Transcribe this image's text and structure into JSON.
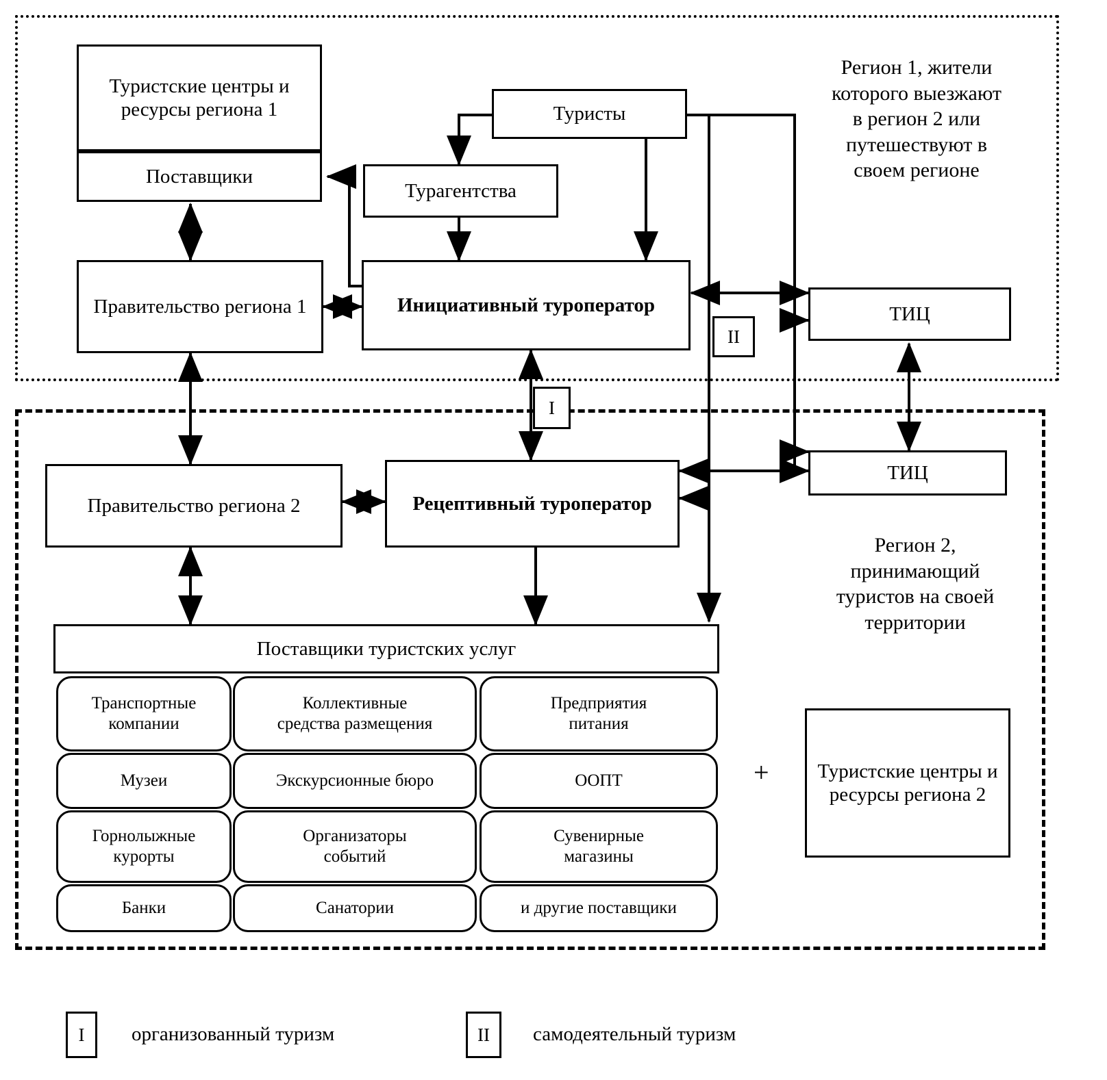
{
  "diagram": {
    "title": "Tourism region interaction scheme",
    "region1": {
      "caption": "Регион 1, жители\nкоторого выезжают\nв регион 2 или\nпутешествуют в\nсвоем регионе",
      "boxes": {
        "tourist_centers": "Туристские\nцентры и ресурсы\nрегиона 1",
        "suppliers": "Поставщики",
        "government": "Правительство\nрегиона 1",
        "tourists": "Туристы",
        "travel_agencies": "Турагентства",
        "initiative_operator": "Инициативный\nтуроператор",
        "tic": "ТИЦ"
      }
    },
    "region2": {
      "caption": "Регион 2,\nпринимающий\nтуристов на своей\nтерритории",
      "boxes": {
        "government": "Правительство\nрегиона 2",
        "receptive_operator": "Рецептивный\nтуроператор",
        "tic": "ТИЦ",
        "suppliers_header": "Поставщики туристских услуг",
        "tourist_centers": "Туристские\nцентры\nи ресурсы\nрегиона 2"
      },
      "plus_sign": "+",
      "supplier_grid": [
        [
          "Транспортные\nкомпании",
          "Коллективные\nсредства размещения",
          "Предприятия\nпитания"
        ],
        [
          "Музеи",
          "Экскурсионные бюро",
          "ООПТ"
        ],
        [
          "Горнолыжные\nкурорты",
          "Организаторы\nсобытий",
          "Сувенирные\nмагазины"
        ],
        [
          "Банки",
          "Санатории",
          "и другие поставщики"
        ]
      ]
    },
    "flow_tags": {
      "organized": "I",
      "amateur": "II"
    },
    "legend": [
      {
        "marker": "I",
        "label": "организованный туризм"
      },
      {
        "marker": "II",
        "label": "самодеятельный туризм"
      }
    ],
    "colors": {
      "stroke": "#000000",
      "background": "#ffffff"
    }
  }
}
